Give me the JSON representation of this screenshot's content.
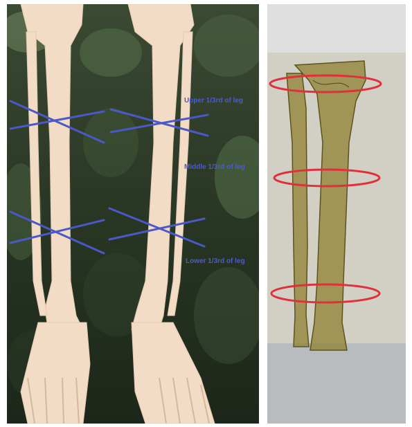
{
  "left_panel": {
    "labels": {
      "upper": "Upper 1/3rd of leg",
      "middle": "Middle 1/3rd of leg",
      "lower": "Lower 1/3rd of leg"
    },
    "cross_color": "#4b58c8"
  },
  "right_panel": {
    "ring_color": "#e0303c",
    "bone_color": "#8a7a2a"
  }
}
